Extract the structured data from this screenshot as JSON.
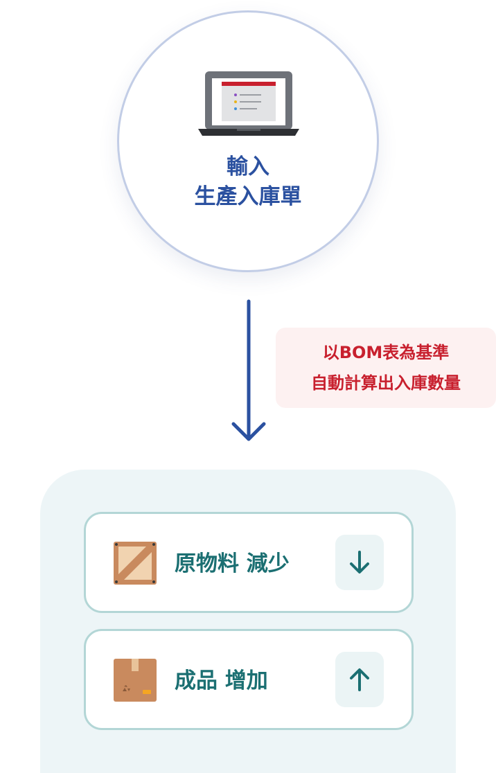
{
  "top_step": {
    "icon": "laptop-icon",
    "title_line1": "輸入",
    "title_line2": "生產入庫單"
  },
  "note": {
    "line1": "以BOM表為基準",
    "line2": "自動計算出入庫數量"
  },
  "results": [
    {
      "icon": "wooden-crate-icon",
      "label": "原物料 減少",
      "direction": "down",
      "direction_icon": "arrow-down-icon"
    },
    {
      "icon": "cardboard-box-icon",
      "label": "成品 增加",
      "direction": "up",
      "direction_icon": "arrow-up-icon"
    }
  ],
  "colors": {
    "primary_blue": "#2b51a0",
    "circle_border": "#c2cde6",
    "note_red": "#c8202e",
    "note_bg": "#fdf1f1",
    "teal_text": "#1b6f72",
    "panel_bg": "#edf5f7",
    "card_border": "#b3d6d6"
  }
}
